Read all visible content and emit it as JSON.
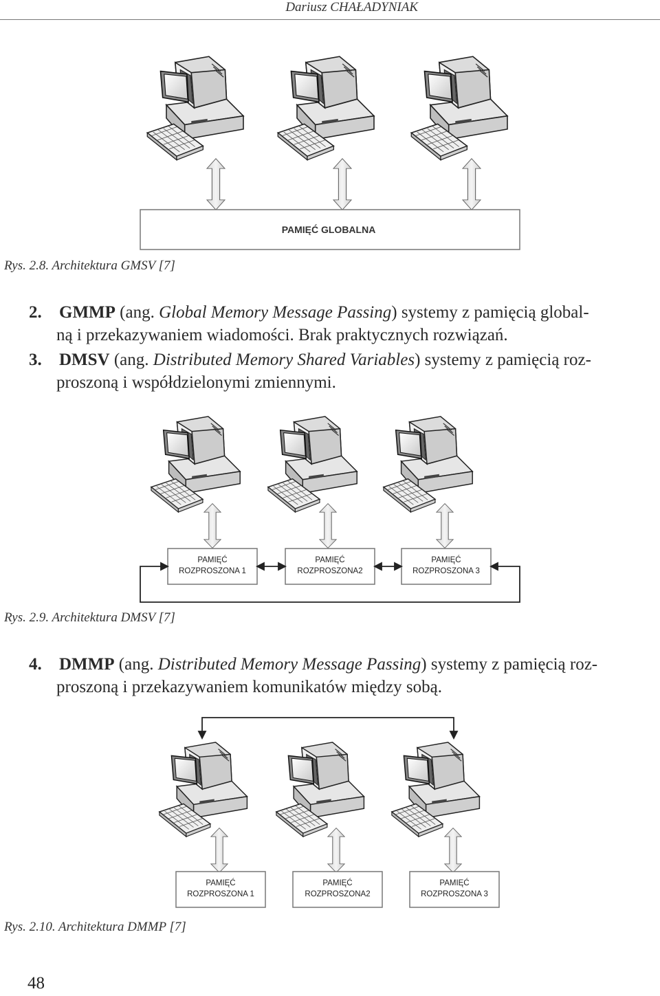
{
  "header": {
    "author": "Dariusz CHAŁADYNIAK"
  },
  "figures": {
    "gmsv": {
      "memory_label": "PAMIĘĆ GLOBALNA",
      "caption": "Rys. 2.8. Architektura GMSV [7]"
    },
    "dmsv": {
      "memory_line1": "PAMIĘĆ",
      "memory_line2": [
        "ROZPROSZONA 1",
        "ROZPROSZONA2",
        "ROZPROSZONA 3"
      ],
      "caption": "Rys. 2.9. Architektura DMSV [7]"
    },
    "dmmp": {
      "memory_line1": "PAMIĘĆ",
      "memory_line2": [
        "ROZPROSZONA 1",
        "ROZPROSZONA2",
        "ROZPROSZONA 3"
      ],
      "caption": "Rys. 2.10. Architektura DMMP [7]"
    }
  },
  "items": [
    {
      "number": "2.",
      "acronym": "GMMP",
      "ang_open": " (ang. ",
      "term": "Global Memory Message Passing",
      "rest_line1": ") systemy z pamięcią global-",
      "line2": "ną  i przekazywaniem wiadomości. Brak praktycznych rozwiązań."
    },
    {
      "number": "3.",
      "acronym": "DMSV",
      "ang_open": " (ang. ",
      "term": "Distributed Memory Shared Variables",
      "rest_line1": ") systemy z pamięcią roz-",
      "line2": "proszoną  i współdzielonymi zmiennymi."
    },
    {
      "number": "4.",
      "acronym": "DMMP",
      "ang_open": " (ang. ",
      "term": "Distributed Memory Message Passing",
      "rest_line1": ") systemy z pamięcią roz-",
      "line2": "proszoną  i przekazywaniem komunikatów między sobą."
    }
  ],
  "page_number": "48"
}
